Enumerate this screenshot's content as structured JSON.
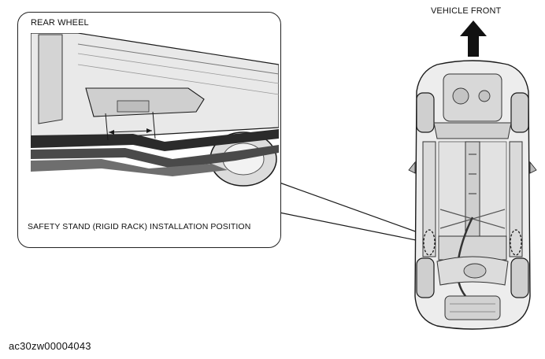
{
  "figure": {
    "detail_title": "REAR WHEEL",
    "detail_caption": "SAFETY STAND (RIGID RACK) INSTALLATION POSITION",
    "direction_label": "VEHICLE FRONT",
    "image_id": "ac30zw00004043"
  },
  "colors": {
    "line": "#1a1a1a",
    "body_fill": "#e6e6e6",
    "shadow": "#8a8a8a",
    "dark": "#2b2b2b",
    "arrow": "#111111"
  },
  "icons": {
    "direction_arrow": "arrow-up-icon",
    "vehicle": "vehicle-underside-icon"
  }
}
